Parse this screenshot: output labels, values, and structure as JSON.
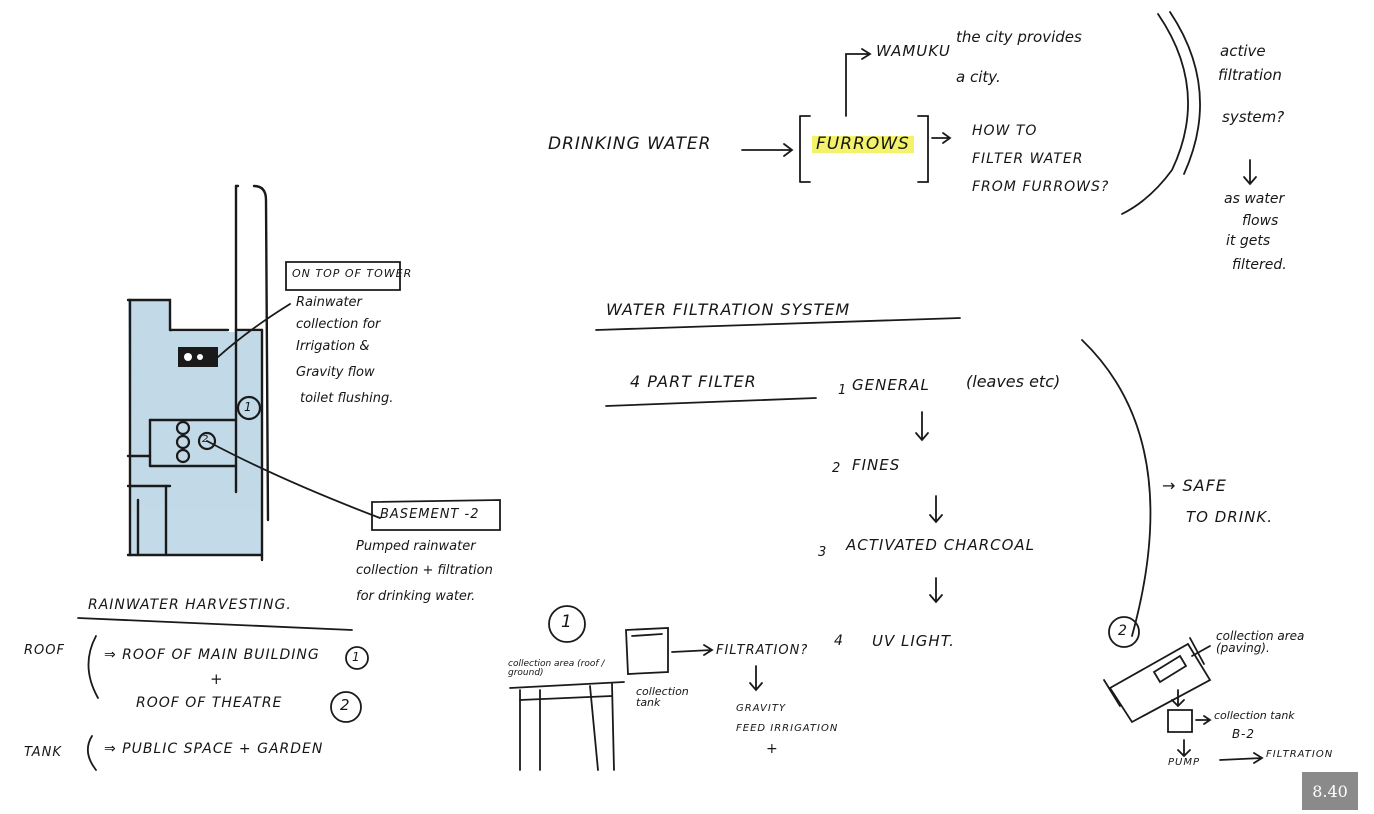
{
  "drinking": {
    "label": "DRINKING WATER",
    "box": "FURROWS",
    "branch_a": "WAMUKU",
    "branch_a_note": "the city provides",
    "branch_b": "a city.",
    "question_1": "HOW TO",
    "question_2": "FILTER WATER",
    "question_3": "FROM FURROWS?",
    "side_note": [
      "active",
      "filtration",
      "system?",
      "as water",
      "flows",
      "it gets",
      "filtered."
    ]
  },
  "filtration": {
    "title": "WATER FILTRATION SYSTEM",
    "subtitle": "4 PART FILTER",
    "steps": [
      {
        "n": "1",
        "label": "GENERAL",
        "detail": "(leaves etc)"
      },
      {
        "n": "2",
        "label": "FINES"
      },
      {
        "n": "3",
        "label": "ACTIVATED CHARCOAL"
      },
      {
        "n": "4",
        "label": "UV LIGHT."
      }
    ],
    "result_1": "→ SAFE",
    "result_2": "TO DRINK."
  },
  "section": {
    "top_label": "ON TOP OF TOWER",
    "top_note": [
      "Rainwater",
      "collection for",
      "Irrigation &",
      "Gravity flow",
      "toilet flushing."
    ],
    "marker_1": "1",
    "marker_2": "2",
    "basement_label": "BASEMENT -2",
    "basement_note": [
      "Pumped rainwater",
      "collection + filtration",
      "for drinking water."
    ]
  },
  "harvesting": {
    "title": "RAINWATER HARVESTING.",
    "left_1": "ROOF",
    "left_2": "TANK",
    "item_1": "⇒ ROOF OF MAIN BUILDING",
    "item_1_mark": "1",
    "plus": "+",
    "item_2": "ROOF OF THEATRE",
    "item_2_mark": "2",
    "item_3": "⇒ PUBLIC SPACE + GARDEN"
  },
  "detail_1": {
    "mark": "1",
    "area": "collection area (roof / ground)",
    "tank": "collection tank",
    "filtration": "FILTRATION?",
    "gravity": "GRAVITY",
    "irrigation": "FEED IRRIGATION",
    "plus": "+"
  },
  "detail_2": {
    "mark": "2",
    "area": "collection area (paving).",
    "tank": "collection tank",
    "level": "B-2",
    "pump": "PUMP",
    "filtration": "FILTRATION"
  },
  "page_number": "8.40",
  "colors": {
    "highlight": "#f3f26a",
    "wash": "#bcd6e6",
    "ink": "#161616",
    "badge": "#8a8a8a"
  }
}
